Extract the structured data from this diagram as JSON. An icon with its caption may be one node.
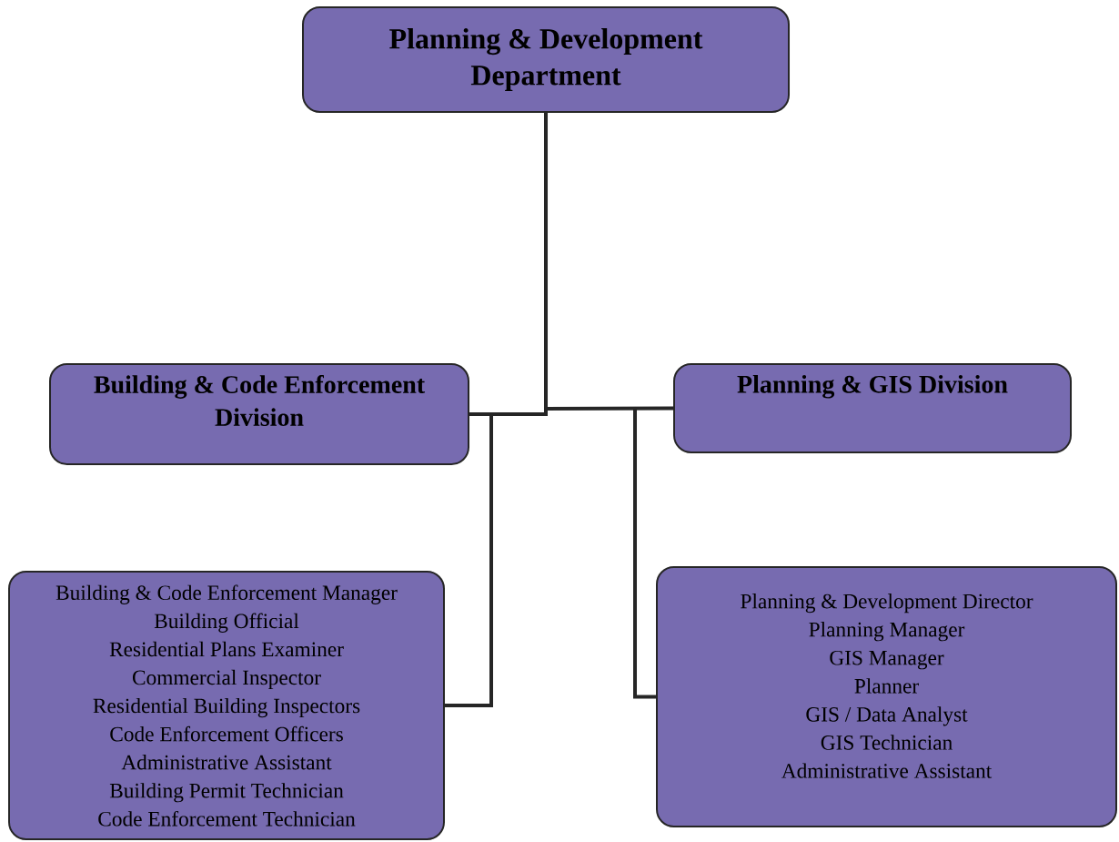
{
  "diagram": {
    "nodes": [
      {
        "text": [
          "Planning & Development Department"
        ]
      },
      {
        "text": [
          "Building & Code Enforcement Division"
        ]
      },
      {
        "text": [
          "Planning & GIS Division"
        ]
      },
      {
        "text": [
          "Building & Code Enforcement Manager",
          "Building Official",
          "Residential Plans Examiner",
          "Commercial Inspector",
          "Residential Building Inspectors",
          "Code Enforcement Officers",
          "Administrative Assistant",
          "Building Permit Technician",
          "Code Enforcement Technician"
        ]
      },
      {
        "text": [
          "Planning & Development Director",
          "Planning Manager",
          "GIS Manager",
          "Planner",
          "GIS / Data Analyst",
          "GIS Technician",
          "Administrative Assistant"
        ]
      }
    ],
    "edges": [
      {
        "from": 0,
        "to": 1,
        "arrow": "none"
      },
      {
        "from": 0,
        "to": 2,
        "arrow": "none"
      },
      {
        "from": 1,
        "to": 3,
        "arrow": "none"
      },
      {
        "from": 2,
        "to": 4,
        "arrow": "none"
      }
    ]
  }
}
